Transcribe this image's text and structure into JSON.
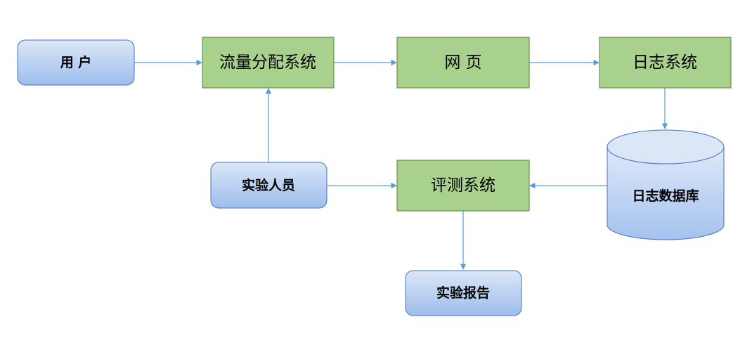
{
  "colors": {
    "green_fill": "#a9d18e",
    "green_stroke": "#548235",
    "blue_light": "#dbe7f7",
    "blue_dark": "#9dbdec",
    "blue_stroke": "#4472c4",
    "arrow": "#5b9bd5"
  },
  "nodes": {
    "user": "用 户",
    "traffic_allocation": "流量分配系统",
    "web_page": "网 页",
    "log_system": "日志系统",
    "log_database": "日志数据库",
    "experimenter": "实验人员",
    "evaluation_system": "评测系统",
    "experiment_report": "实验报告"
  }
}
